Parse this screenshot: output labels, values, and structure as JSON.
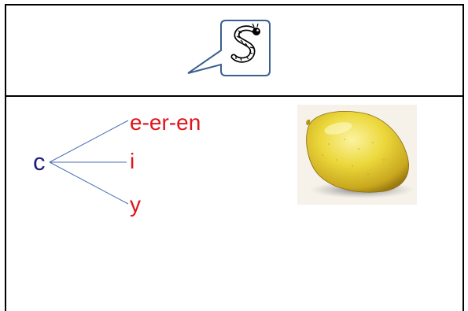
{
  "header_cell": {
    "icon": "worm-s-icon"
  },
  "content": {
    "letter": "c",
    "endings": [
      "e-er-en",
      "i",
      "y"
    ],
    "picture": "lemon-image"
  },
  "colors": {
    "letter": "#1f1f7a",
    "endings": "#e0141b",
    "branch_lines": "#4a6fb5",
    "bubble_border": "#3a5f8f"
  }
}
